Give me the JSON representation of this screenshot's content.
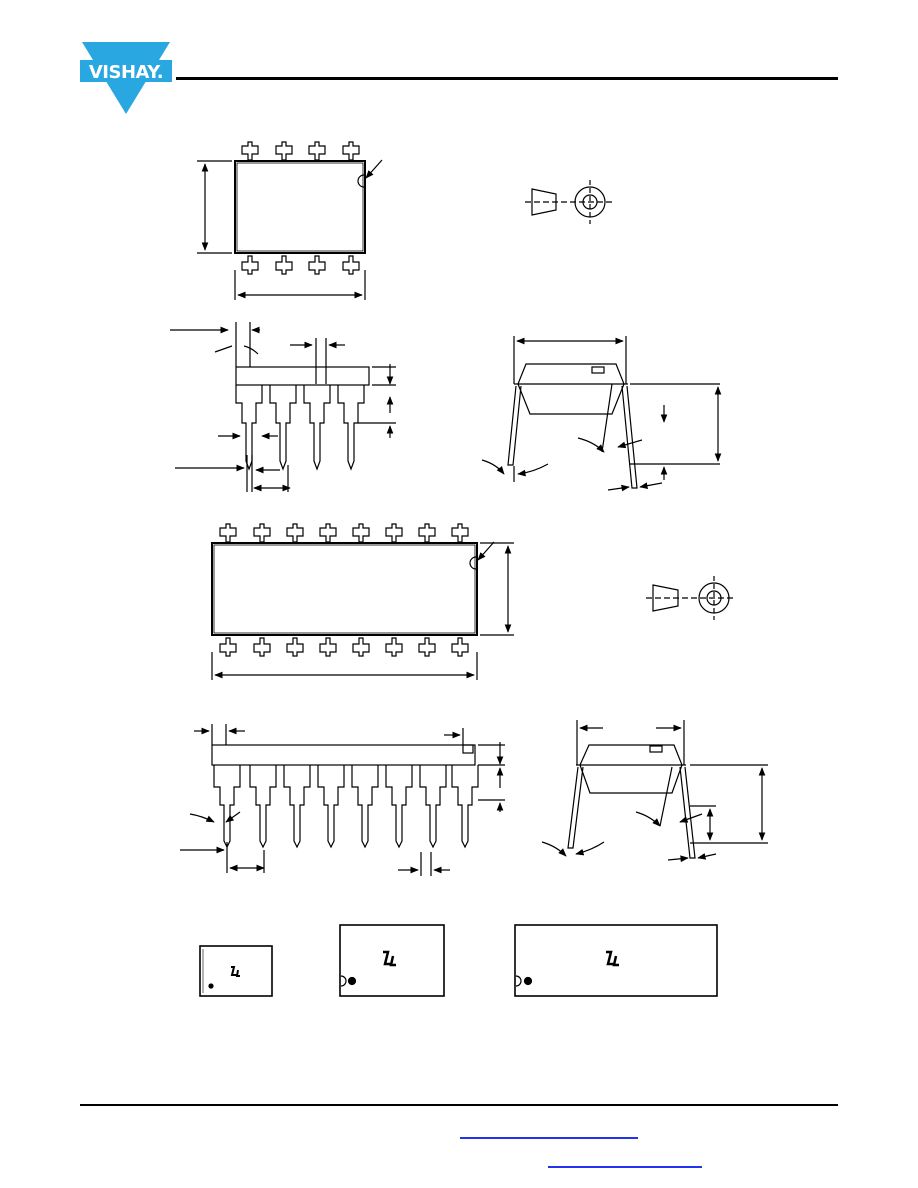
{
  "header": {
    "logo_text": "VISHAY.",
    "brand_color": "#29a7e1"
  },
  "drawings": [
    {
      "name": "dip-8-top-view",
      "pins_per_side": 4
    },
    {
      "name": "dip-8-side-view"
    },
    {
      "name": "dip-8-end-view"
    },
    {
      "name": "dip-16-top-view",
      "pins_per_side": 8
    },
    {
      "name": "dip-16-side-view"
    },
    {
      "name": "dip-16-end-view"
    },
    {
      "name": "third-angle-projection-symbol"
    }
  ],
  "footer": {
    "link_color": "#2233ee"
  }
}
